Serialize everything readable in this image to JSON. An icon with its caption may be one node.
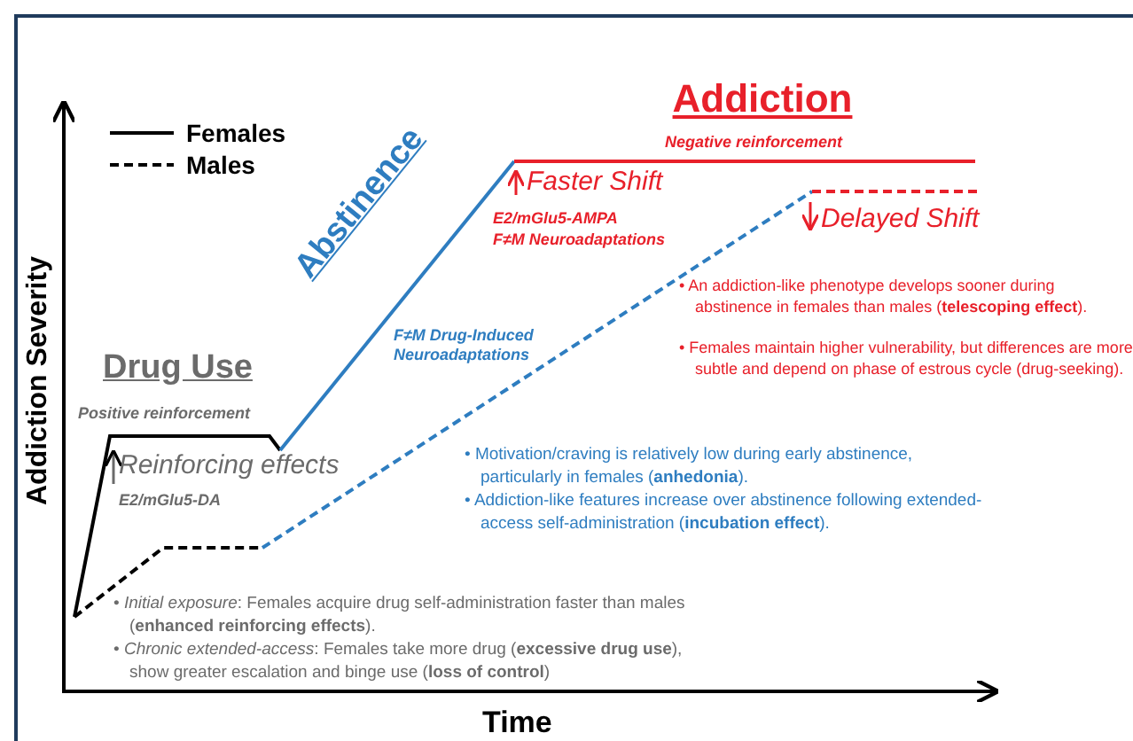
{
  "diagram": {
    "labels": [
      "Addiction",
      "Negative reinforcement",
      "Abstinence",
      "Faster Shift",
      "E2/mGlu5-AMPA",
      "F≠M Neuroadaptations",
      "Delayed Shift",
      "F≠M Drug-Induced Neuroadaptations",
      "Drug Use",
      "Positive reinforcement",
      "Reinforcing effects",
      "E2/mGlu5-DA",
      "• An addiction-like phenotype develops sooner during abstinence in females than males (**telescoping effect**).",
      "• Females maintain higher vulnerability, but differences are more subtle and depend on phase of estrous cycle (drug-seeking).",
      "• Motivation/craving is relatively low during early abstinence, particularly in females (**anhedonia**).",
      "• Addiction-like features increase over abstinence following extended-access self-administration (**incubation effect**).",
      "• *Initial exposure*: Females acquire drug self-administration faster than males (**enhanced reinforcing effects**).",
      "• *Chronic extended-access*: Females take more drug (**excessive drug use**), show greater escalation and binge use (**loss of control**)",
      "Addiction Severity",
      "Time"
    ],
    "legend": [
      {
        "text": "Females"
      },
      {
        "text": "Males"
      }
    ]
  }
}
